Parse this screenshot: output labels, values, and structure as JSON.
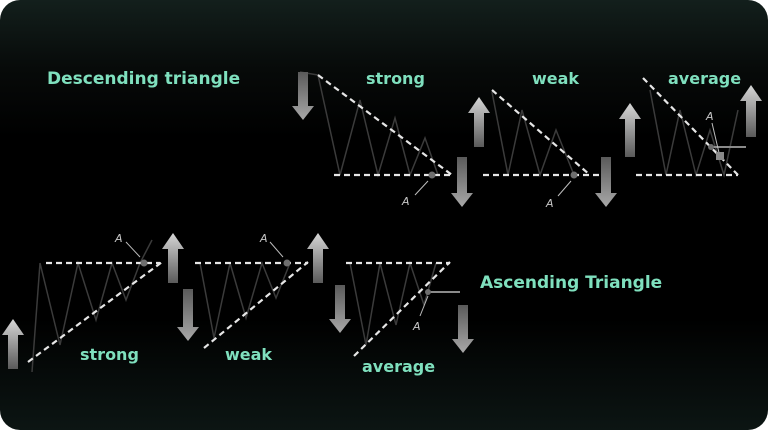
{
  "titles": {
    "descending": "Descending triangle",
    "ascending": "Ascending Triangle"
  },
  "pattern_labels": {
    "strong": "strong",
    "weak": "weak",
    "average": "average"
  },
  "marker_label": "A",
  "colors": {
    "accent_text": "#7fe0be",
    "pattern_line": "#3b3b3b",
    "dashed_line": "#e6e6e6",
    "arrow": "#bdbdbd"
  },
  "icons": [
    "arrow-up-icon",
    "arrow-down-icon"
  ]
}
